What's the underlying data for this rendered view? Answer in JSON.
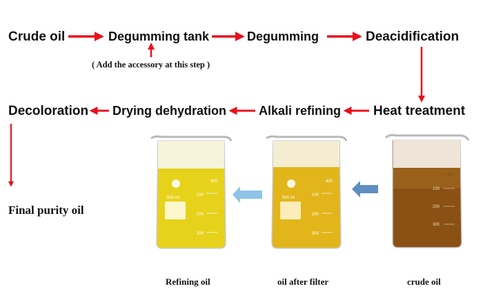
{
  "colors": {
    "arrow_red": "#e8101b",
    "arrow_blue_light": "#8fc4e8",
    "arrow_blue_dark": "#5f8fbf",
    "refined_oil": "#e7d21b",
    "filtered_oil": "#e2b51a",
    "crude_oil": "#8a5014"
  },
  "flow": {
    "crude_oil": "Crude oil",
    "degumming_tank": "Degumming tank",
    "degumming": "Degumming",
    "deacidification": "Deacidification",
    "note": "( Add the accessory at this step )",
    "heat_treatment": "Heat treatment",
    "alkali_refining": "Alkali refining",
    "drying_dehydration": "Drying dehydration",
    "decoloration": "Decoloration",
    "final_purity_oil": "Final purity oil"
  },
  "beakers": [
    {
      "caption": "Refining oil",
      "volume_label": "500 ml",
      "ticks": [
        "100",
        "200",
        "300",
        "400"
      ]
    },
    {
      "caption": "oil after filter",
      "volume_label": "500 ml",
      "ticks": [
        "100",
        "200",
        "300",
        "400"
      ]
    },
    {
      "caption": "crude oil",
      "ticks": [
        "100",
        "200",
        "300",
        "400"
      ]
    }
  ]
}
